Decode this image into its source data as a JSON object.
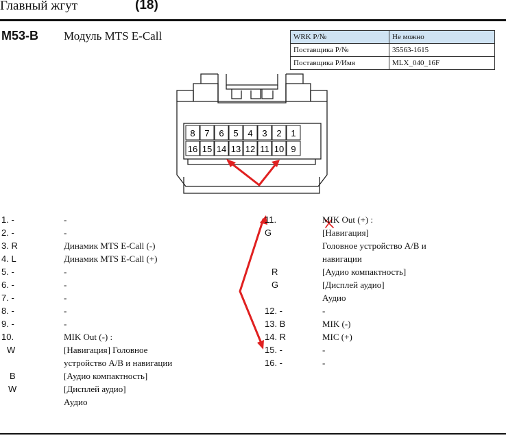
{
  "header": {
    "title": "Главный жгут",
    "number": "(18)"
  },
  "module": {
    "code": "M53-B",
    "name": "Модуль MTS E-Call"
  },
  "info_table": [
    [
      "WRK P/№",
      "Не можно"
    ],
    [
      "Поставщика P/№",
      "35563-1615"
    ],
    [
      "Поставщика P/Имя",
      "MLX_040_16F"
    ]
  ],
  "connector": {
    "top_row": [
      "8",
      "7",
      "6",
      "5",
      "4",
      "3",
      "2",
      "1"
    ],
    "bottom_row": [
      "16",
      "15",
      "14",
      "13",
      "12",
      "11",
      "10",
      "9"
    ]
  },
  "left_pins": [
    {
      "n": "1. -",
      "d": "-"
    },
    {
      "n": "2. -",
      "d": "-"
    },
    {
      "n": "3. R",
      "d": "Динамик MTS E-Call (-)"
    },
    {
      "n": "4. L",
      "d": "Динамик MTS E-Call (+)"
    },
    {
      "n": "5. -",
      "d": "-"
    },
    {
      "n": "6. -",
      "d": "-"
    },
    {
      "n": "7. -",
      "d": "-"
    },
    {
      "n": "8. -",
      "d": "-"
    },
    {
      "n": "9. -",
      "d": "-"
    },
    {
      "n": "10.",
      "d": "MIK Out (-) :"
    },
    {
      "n": "W",
      "d": "[Навигация] Головное"
    },
    {
      "n": "",
      "d": "устройство А/В и навигации"
    },
    {
      "n": "B",
      "d": "[Аудио компактность]"
    },
    {
      "n": "W",
      "d": "[Дисплей аудио]"
    },
    {
      "n": "",
      "d": "Аудио"
    }
  ],
  "right_pins": [
    {
      "n": "11.",
      "d": "MIK Out (+) :"
    },
    {
      "n": "G",
      "d": "[Навигация]"
    },
    {
      "n": "",
      "d": "Головное устройство А/В и"
    },
    {
      "n": "",
      "d": "навигации"
    },
    {
      "n": "R",
      "d": "[Аудио компактность]"
    },
    {
      "n": "G",
      "d": "[Дисплей аудио]"
    },
    {
      "n": "",
      "d": "Аудио"
    },
    {
      "n": "12. -",
      "d": "-"
    },
    {
      "n": "13. B",
      "d": "MIK (-)"
    },
    {
      "n": "14. R",
      "d": "MIC (+)"
    },
    {
      "n": "15. -",
      "d": "-"
    },
    {
      "n": "16. -",
      "d": "-"
    }
  ],
  "colors": {
    "annotation": "#e02020",
    "table_header": "#cfe3f3"
  }
}
